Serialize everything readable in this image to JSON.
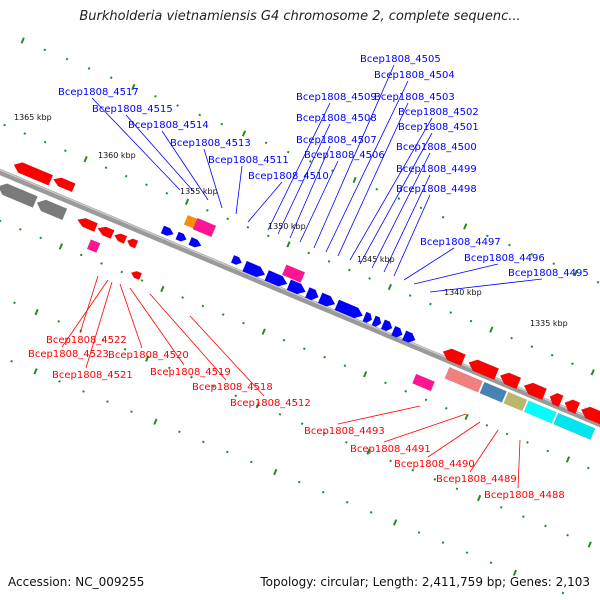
{
  "title": "Burkholderia vietnamiensis G4 chromosome 2, complete sequenc...",
  "footer": {
    "accession": "Accession: NC_009255",
    "summary": "Topology: circular; Length: 2,411,759 bp; Genes: 2,103"
  },
  "colors": {
    "forward_strand": "#0000ff",
    "reverse_strand": "#ff0000",
    "backbone": "#808080",
    "tick_mark": "#228b22"
  },
  "kbp_ticks": [
    "1365 kbp",
    "1360 kbp",
    "1355 kbp",
    "1350 kbp",
    "1345 kbp",
    "1340 kbp",
    "1335 kbp"
  ],
  "genes_top": [
    "Bcep1808_4517",
    "Bcep1808_4515",
    "Bcep1808_4514",
    "Bcep1808_4513",
    "Bcep1808_4511",
    "Bcep1808_4510",
    "Bcep1808_4509",
    "Bcep1808_4508",
    "Bcep1808_4507",
    "Bcep1808_4506",
    "Bcep1808_4505",
    "Bcep1808_4504",
    "Bcep1808_4503",
    "Bcep1808_4502",
    "Bcep1808_4501",
    "Bcep1808_4500",
    "Bcep1808_4499",
    "Bcep1808_4498",
    "Bcep1808_4497",
    "Bcep1808_4496",
    "Bcep1808_4495"
  ],
  "genes_bottom": [
    "Bcep1808_4522",
    "Bcep1808_4523",
    "Bcep1808_4520",
    "Bcep1808_4521",
    "Bcep1808_4519",
    "Bcep1808_4518",
    "Bcep1808_4512",
    "Bcep1808_4493",
    "Bcep1808_4491",
    "Bcep1808_4490",
    "Bcep1808_4489",
    "Bcep1808_4488"
  ]
}
